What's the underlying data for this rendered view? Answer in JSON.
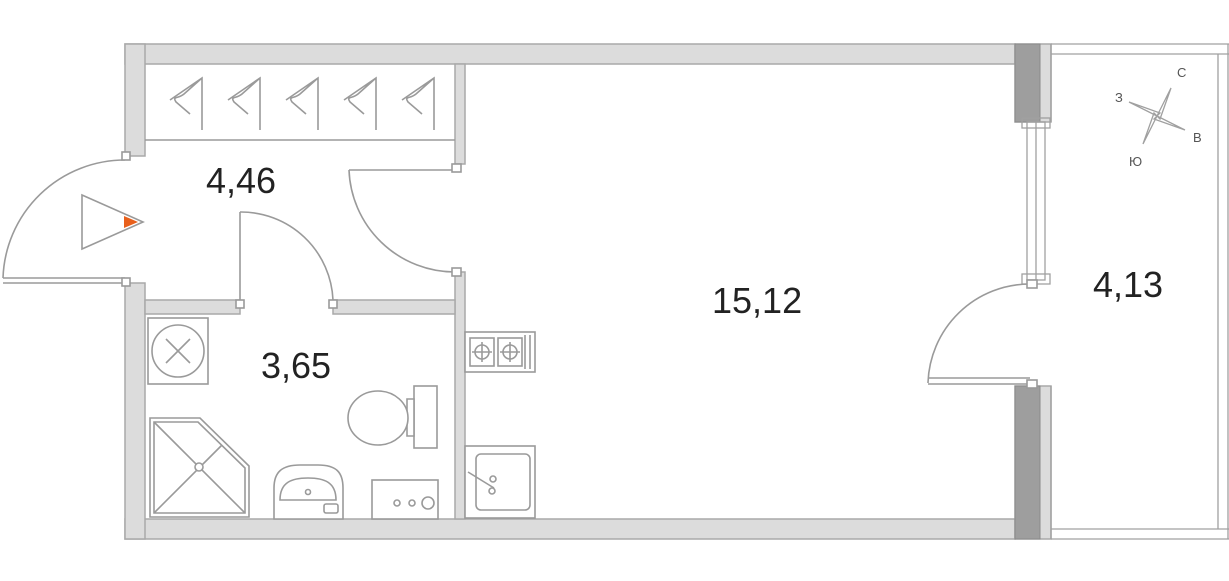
{
  "rooms": [
    {
      "id": "hall",
      "area": "4,46"
    },
    {
      "id": "bathroom",
      "area": "3,65"
    },
    {
      "id": "living",
      "area": "15,12"
    },
    {
      "id": "balcony",
      "area": "4,13"
    }
  ],
  "compass": {
    "north": "С",
    "east": "В",
    "south": "Ю",
    "west": "З"
  },
  "colors": {
    "wall": "#dcdcdc",
    "wall_dark": "#9e9e9e",
    "line": "#9a9a9a",
    "entry_marker": "#e8601c"
  }
}
